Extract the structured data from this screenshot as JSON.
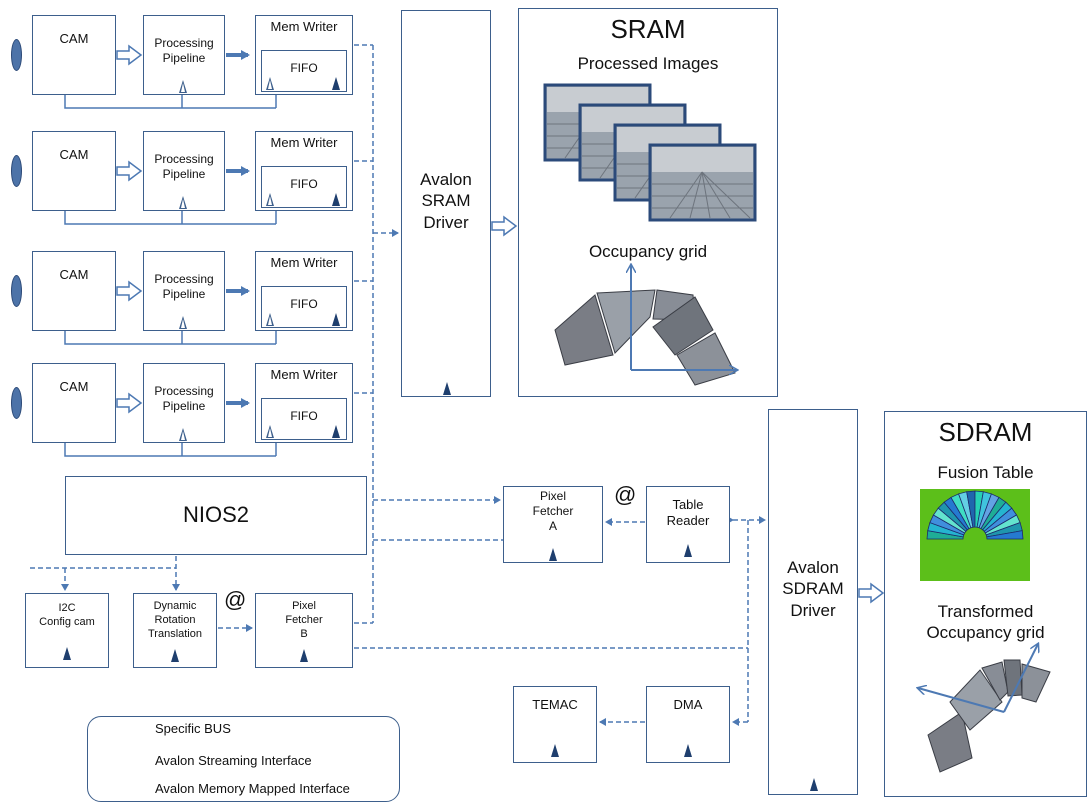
{
  "cameras": [
    {
      "cam": "CAM",
      "pipeline": "Processing\nPipeline",
      "writer": "Mem Writer",
      "fifo": "FIFO"
    },
    {
      "cam": "CAM",
      "pipeline": "Processing\nPipeline",
      "writer": "Mem Writer",
      "fifo": "FIFO"
    },
    {
      "cam": "CAM",
      "pipeline": "Processing\nPipeline",
      "writer": "Mem Writer",
      "fifo": "FIFO"
    },
    {
      "cam": "CAM",
      "pipeline": "Processing\nPipeline",
      "writer": "Mem Writer",
      "fifo": "FIFO"
    }
  ],
  "sram_driver": "Avalon\nSRAM\nDriver",
  "sram": {
    "title": "SRAM",
    "processed_images": "Processed Images",
    "occupancy_grid": "Occupancy grid"
  },
  "nios": "NIOS2",
  "i2c": "I2C\nConfig cam",
  "dynamic": "Dynamic\nRotation\nTranslation",
  "pixel_fetcher_a": "Pixel\nFetcher\nA",
  "pixel_fetcher_b": "Pixel\nFetcher\nB",
  "table_reader": "Table\nReader",
  "at_symbol": "@",
  "sdram_driver": "Avalon\nSDRAM\nDriver",
  "sdram": {
    "title": "SDRAM",
    "fusion_table": "Fusion Table",
    "transformed_grid": "Transformed\nOccupancy grid"
  },
  "temac": "TEMAC",
  "dma": "DMA",
  "legend": {
    "specific_bus": "Specific BUS",
    "streaming": "Avalon Streaming Interface",
    "memory_mapped": "Avalon Memory Mapped Interface"
  },
  "colors": {
    "border": "#3d5f8c",
    "line": "#4d79b3",
    "triangle": "#1f3f6e",
    "fusion_bg": "#5cbf1a"
  }
}
